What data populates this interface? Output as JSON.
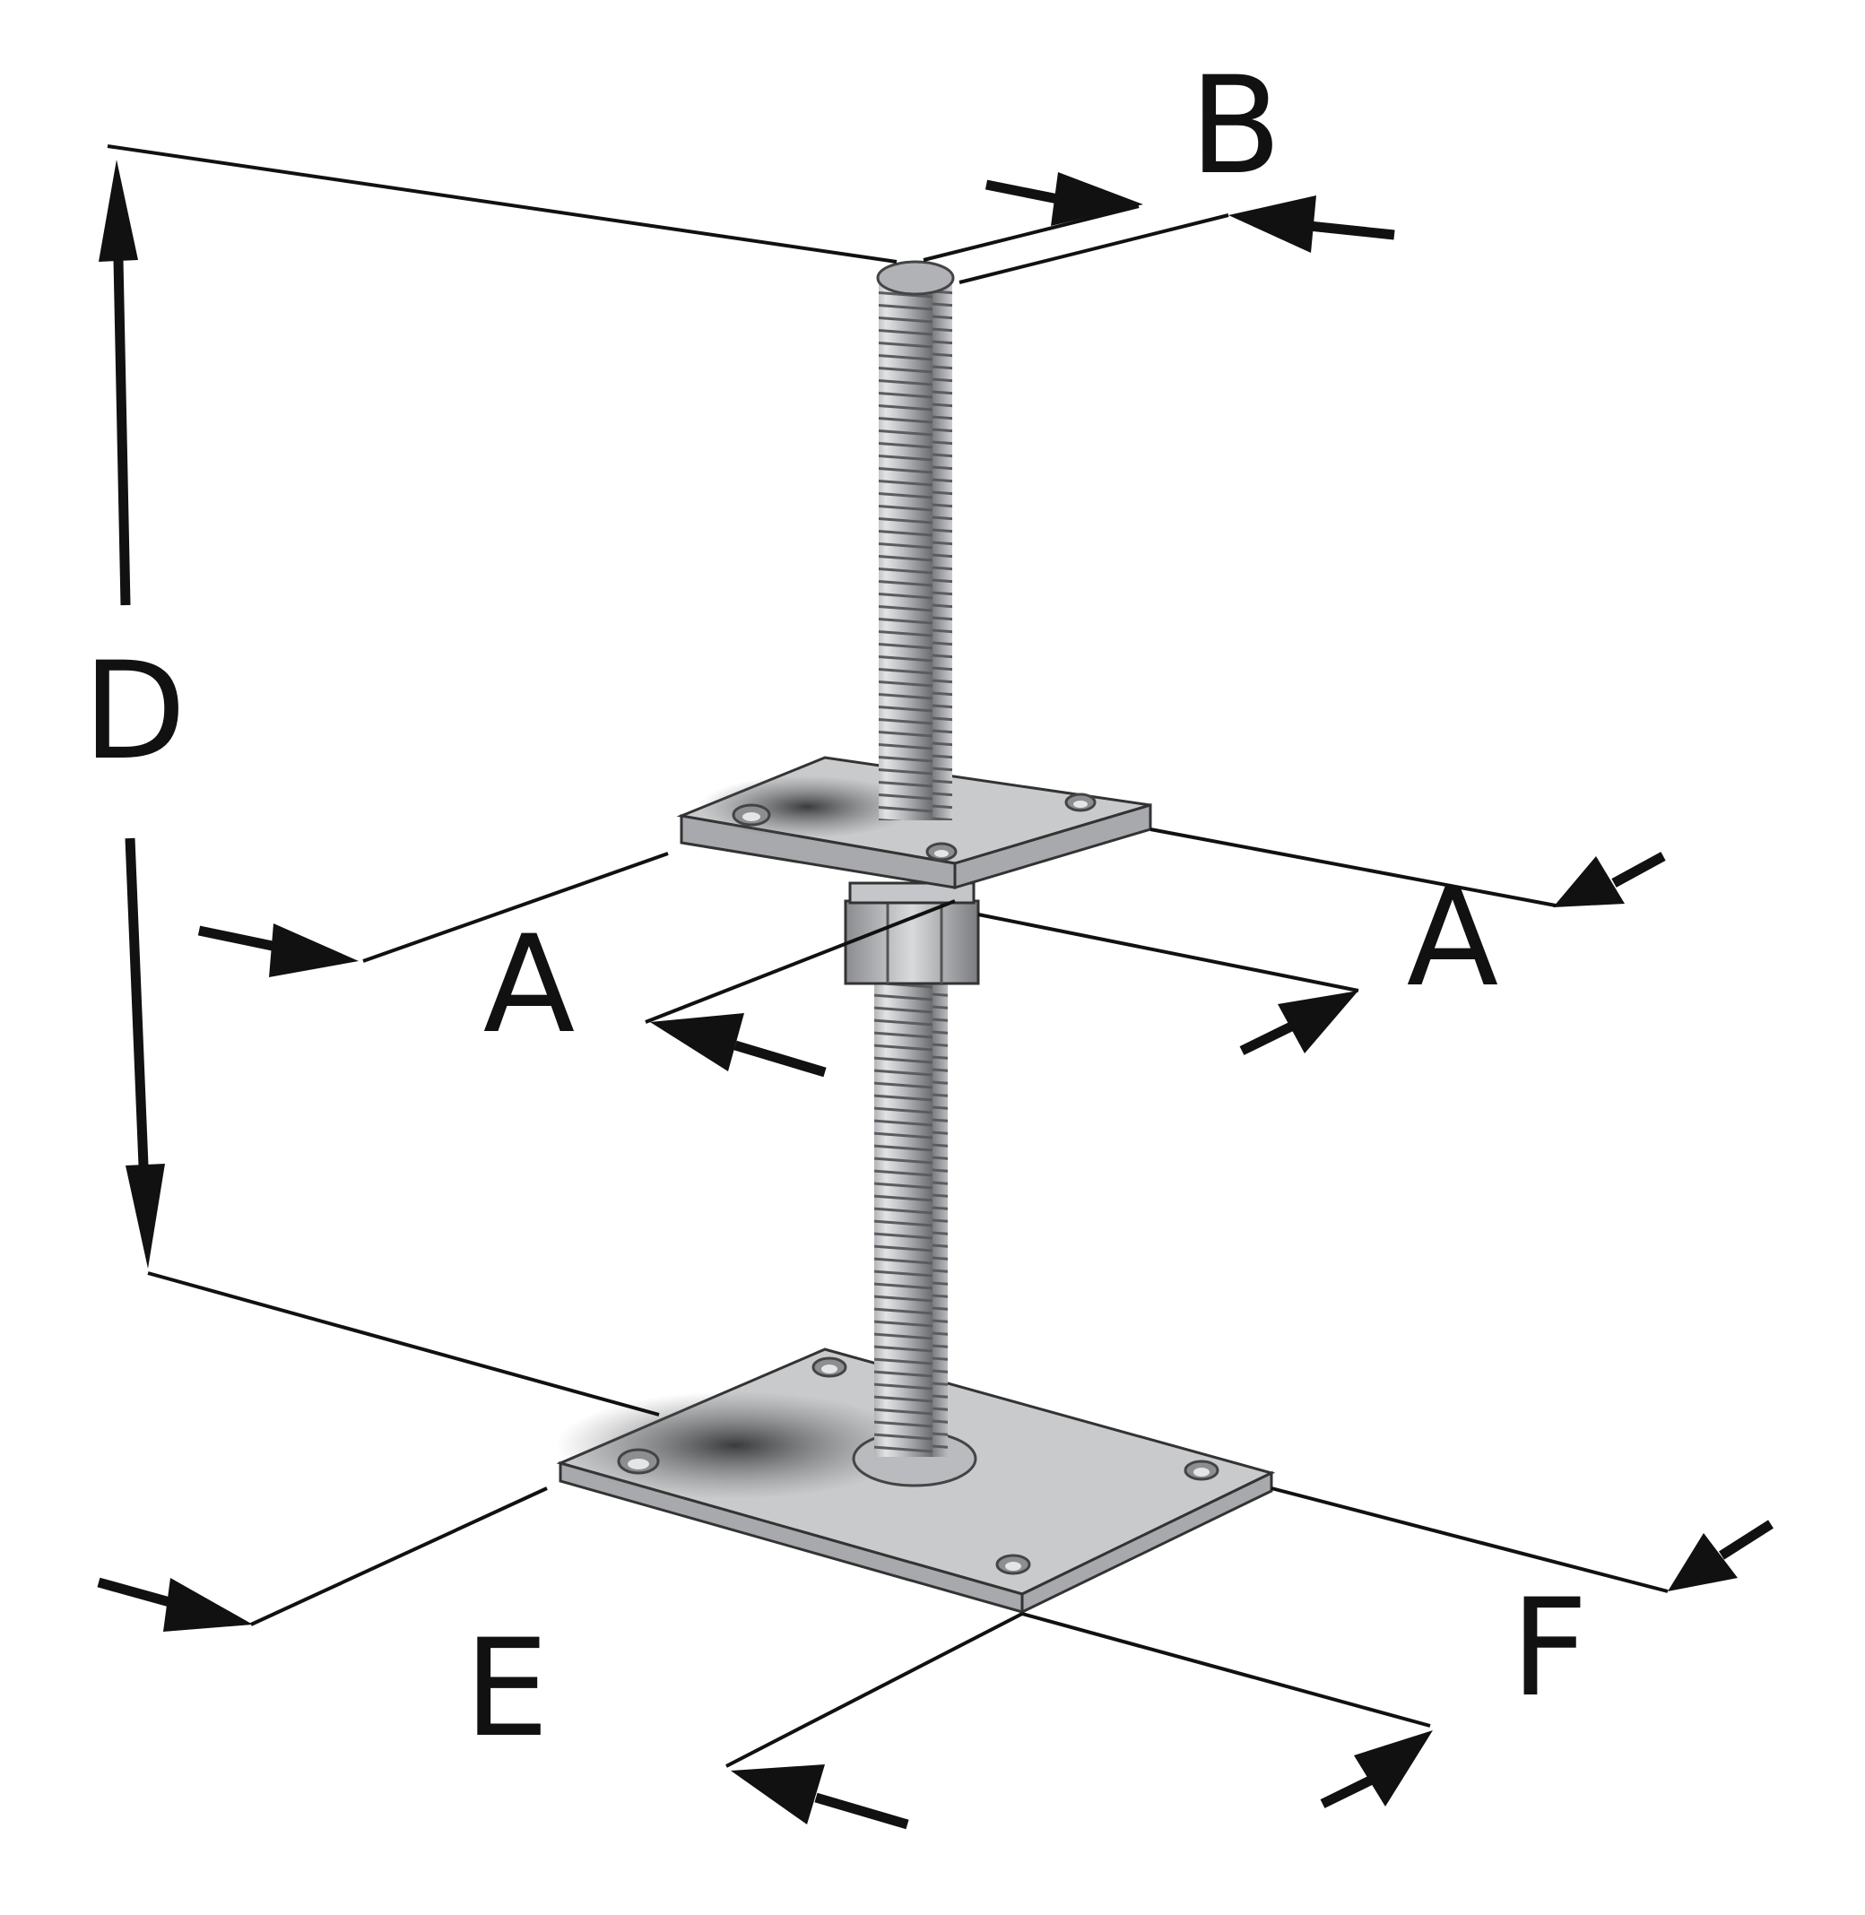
{
  "diagram": {
    "labels": {
      "a_left": "A",
      "a_right": "A",
      "b": "B",
      "d": "D",
      "e": "E",
      "f": "F"
    },
    "colors": {
      "line": "#111111",
      "metal_light": "#d6d7d9",
      "metal_mid": "#a7a9ac",
      "metal_dark": "#6d6f72",
      "background": "#ffffff"
    }
  }
}
